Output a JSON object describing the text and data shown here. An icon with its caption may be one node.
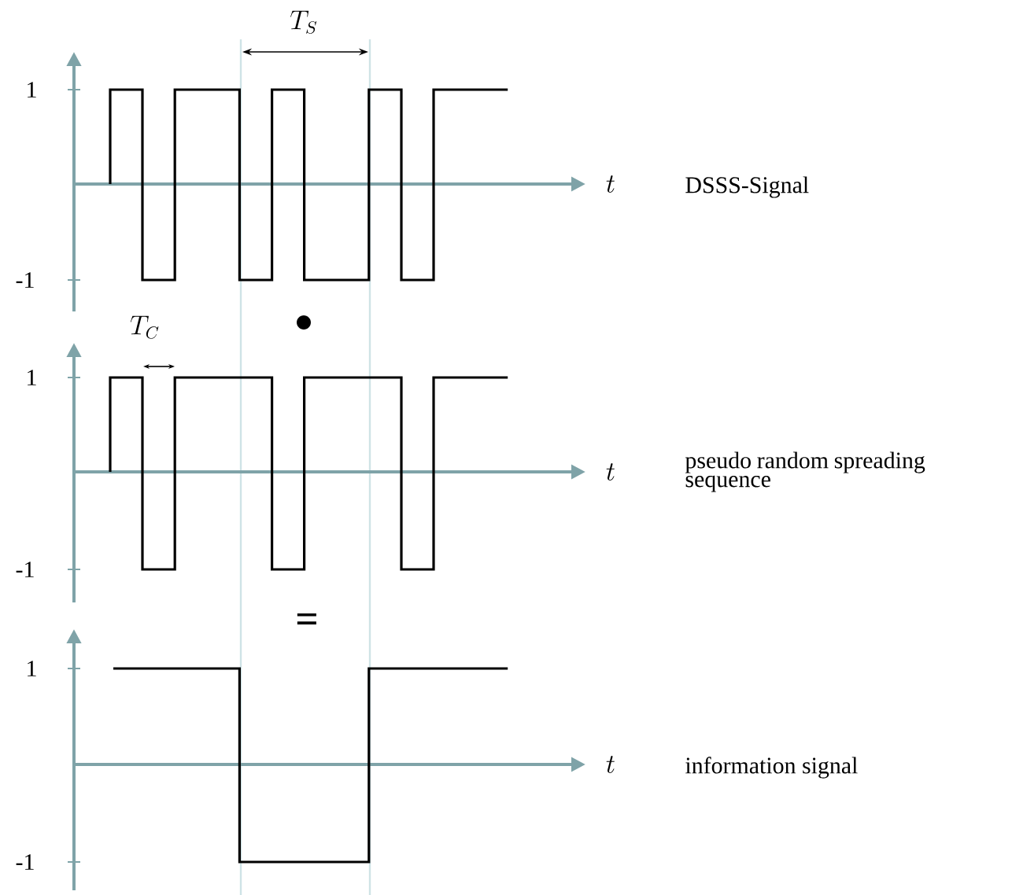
{
  "diagram": {
    "labels": [
      "T_S",
      "1",
      "t",
      "DSSS-Signal",
      "-1",
      "T_C",
      "1",
      "t",
      "pseudo random spreading sequence",
      "-1",
      "=",
      "1",
      "t",
      "information signal",
      "-1"
    ]
  }
}
